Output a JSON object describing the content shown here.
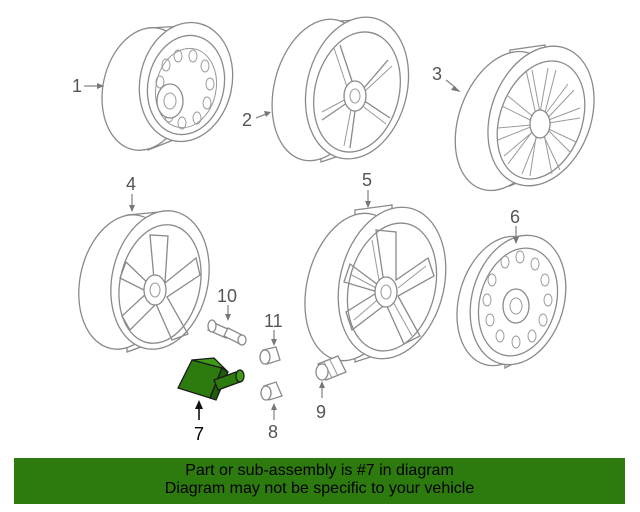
{
  "callouts": {
    "c1": "1",
    "c2": "2",
    "c3": "3",
    "c4": "4",
    "c5": "5",
    "c6": "6",
    "c7": "7",
    "c8": "8",
    "c9": "9",
    "c10": "10",
    "c11": "11"
  },
  "highlight": {
    "part": "7",
    "color": "#2d7a0e"
  },
  "banner": {
    "line1": "Part or sub-assembly is #7 in diagram",
    "line2": "Diagram may not be specific to your vehicle",
    "background": "#2d7a0e"
  }
}
